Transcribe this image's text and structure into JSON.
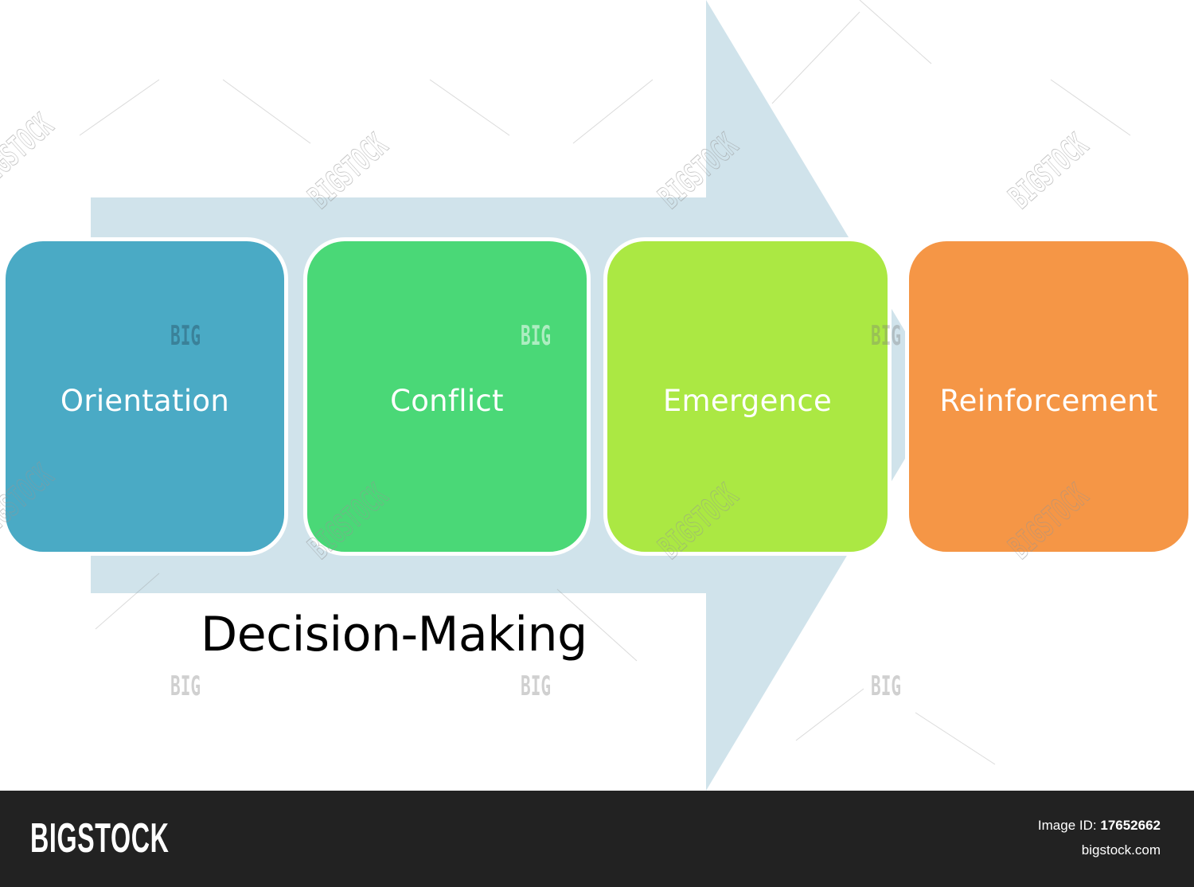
{
  "diagram": {
    "arrow_color": "#D0E3EB",
    "steps": [
      {
        "label": "Orientation",
        "color": "#4AAAC5"
      },
      {
        "label": "Conflict",
        "color": "#4AD877"
      },
      {
        "label": "Emergence",
        "color": "#ABE843"
      },
      {
        "label": "Reinforcement",
        "color": "#F59646"
      }
    ],
    "caption": "Decision-Making"
  },
  "watermark": {
    "short": "BIG",
    "long": "BIGSTOCK"
  },
  "footer": {
    "logo": "BIGSTOCK",
    "image_id_label": "Image ID:",
    "image_id": "17652662",
    "site": "bigstock.com",
    "background": "#222222"
  }
}
